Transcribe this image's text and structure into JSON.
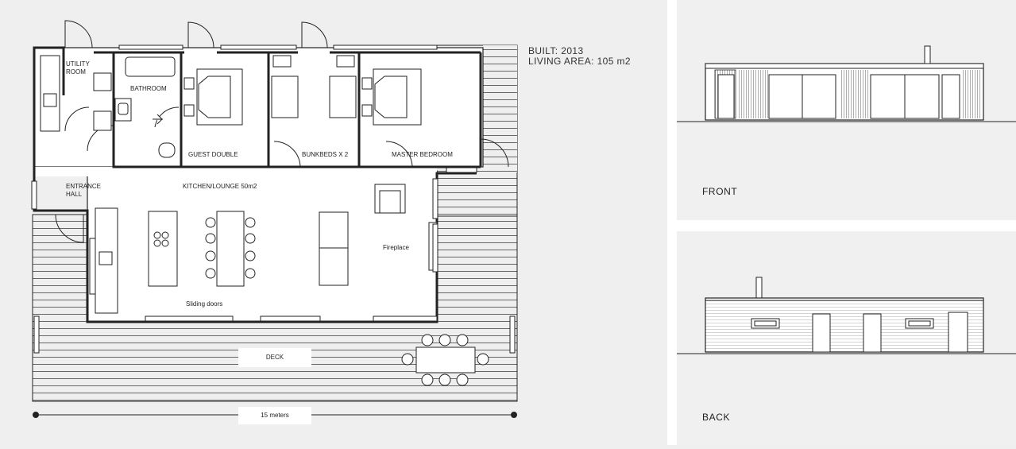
{
  "info": {
    "built": "BUILT: 2013",
    "living_area": "LIVING AREA: 105 m2"
  },
  "rooms": {
    "utility": [
      "UTILITY",
      "ROOM"
    ],
    "bathroom": "BATHROOM",
    "guest": "GUEST DOUBLE",
    "bunk": "BUNKBEDS X 2",
    "master": "MASTER BEDROOM",
    "entrance": [
      "ENTRANCE",
      "HALL"
    ],
    "kitchen": "KITCHEN/LOUNGE 50m2",
    "fireplace": "Fireplace",
    "sliding": "Sliding doors",
    "deck": "DECK"
  },
  "scale": {
    "label": "15 meters"
  },
  "elevations": {
    "front": "FRONT",
    "back": "BACK"
  },
  "colors": {
    "background": "#efefef",
    "line": "#222222",
    "fill": "#ffffff"
  }
}
